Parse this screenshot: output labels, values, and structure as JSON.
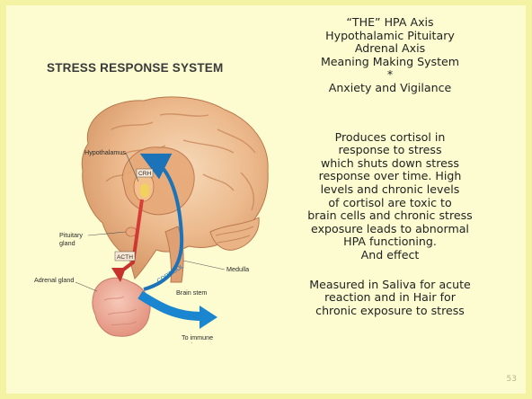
{
  "slide": {
    "colors": {
      "background": "#fcfcd0",
      "border": "#f4f3a4",
      "text": "#222222"
    },
    "diagram": {
      "title": "STRESS RESPONSE SYSTEM",
      "labels": {
        "hypothalamus": "Hypothalamus",
        "crh": "CRH",
        "pituitary": "Pituitary\ngland",
        "acth": "ACTH",
        "cortisol": "CORTISOL",
        "brain_stem": "Brain stem",
        "medulla": "Medulla",
        "adrenal": "Adrenal gland",
        "immune": "To immune\nsystem"
      }
    },
    "text": {
      "heading_lines": [
        "“THE” HPA Axis",
        "Hypothalamic Pituitary",
        "Adrenal Axis",
        "Meaning Making System",
        "*",
        "Anxiety and Vigilance"
      ],
      "body_lines": [
        "Produces cortisol in",
        "response to stress",
        "which shuts down stress",
        "response over time.  High",
        "levels and chronic levels",
        "of cortisol are toxic to",
        "brain cells and chronic stress",
        "exposure leads to abnormal",
        "HPA functioning.",
        "And effect"
      ],
      "measure_lines": [
        "Measured in Saliva for acute",
        "reaction and in Hair for",
        "chronic exposure to stress"
      ]
    },
    "page_number": "53"
  }
}
